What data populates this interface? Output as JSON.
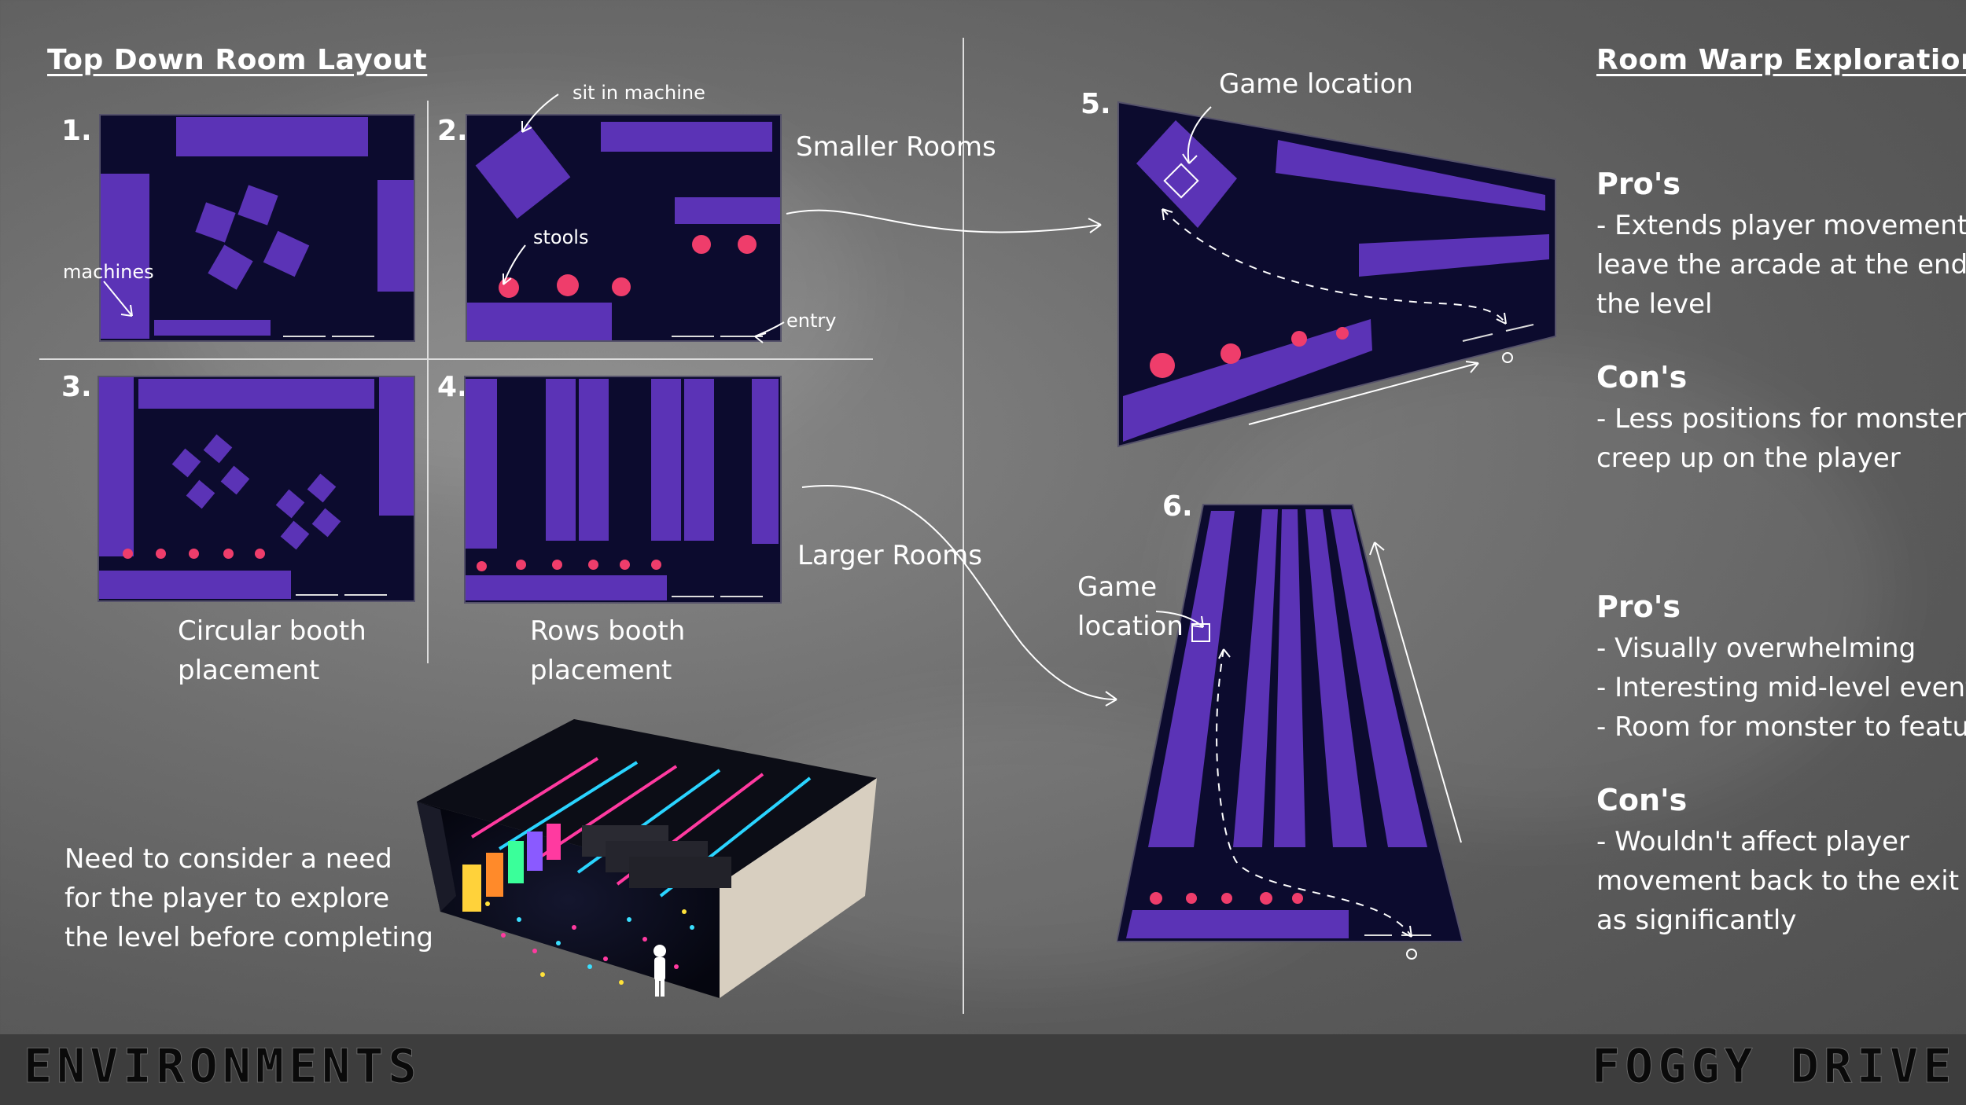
{
  "left": {
    "heading": "Top Down Room Layout",
    "n1": "1.",
    "n2": "2.",
    "n3": "3.",
    "n4": "4.",
    "ann_sit": "sit in machine",
    "ann_stools": "stools",
    "ann_machines": "machines",
    "ann_entry": "entry",
    "smaller_rooms": "Smaller Rooms",
    "larger_rooms": "Larger Rooms",
    "circular_1": "Circular booth",
    "circular_2": "placement",
    "rows_1": "Rows booth",
    "rows_2": "placement",
    "note_1": "Need to consider a need",
    "note_2": "for the player to explore",
    "note_3": "the level before completing"
  },
  "right": {
    "heading": "Room Warp Exploration",
    "n5": "5.",
    "n6": "6.",
    "game_location_5": "Game location",
    "game_location_6a": "Game",
    "game_location_6b": "location",
    "s1_pros": "Pro's",
    "s1_pro_1": "- Extends player movement to",
    "s1_pro_2": "leave the arcade at the end of",
    "s1_pro_3": "the level",
    "s1_cons": "Con's",
    "s1_con_1": "- Less positions for monster to",
    "s1_con_2": "creep up on the player",
    "s2_pros": "Pro's",
    "s2_pro_1": "- Visually overwhelming",
    "s2_pro_2": "- Interesting mid-level event",
    "s2_pro_3": "- Room for monster to feature",
    "s2_cons": "Con's",
    "s2_con_1": "- Wouldn't affect player",
    "s2_con_2": "movement back to the exit door",
    "s2_con_3": "as significantly"
  },
  "footer": {
    "left": "ENVIRONMENTS",
    "right": "FOGGY DRIVE"
  },
  "colors": {
    "room_bg": "#0c0b2e",
    "booth": "#5b33b6",
    "stool": "#ef3d6b",
    "footer_bar": "#3d3d3d"
  }
}
